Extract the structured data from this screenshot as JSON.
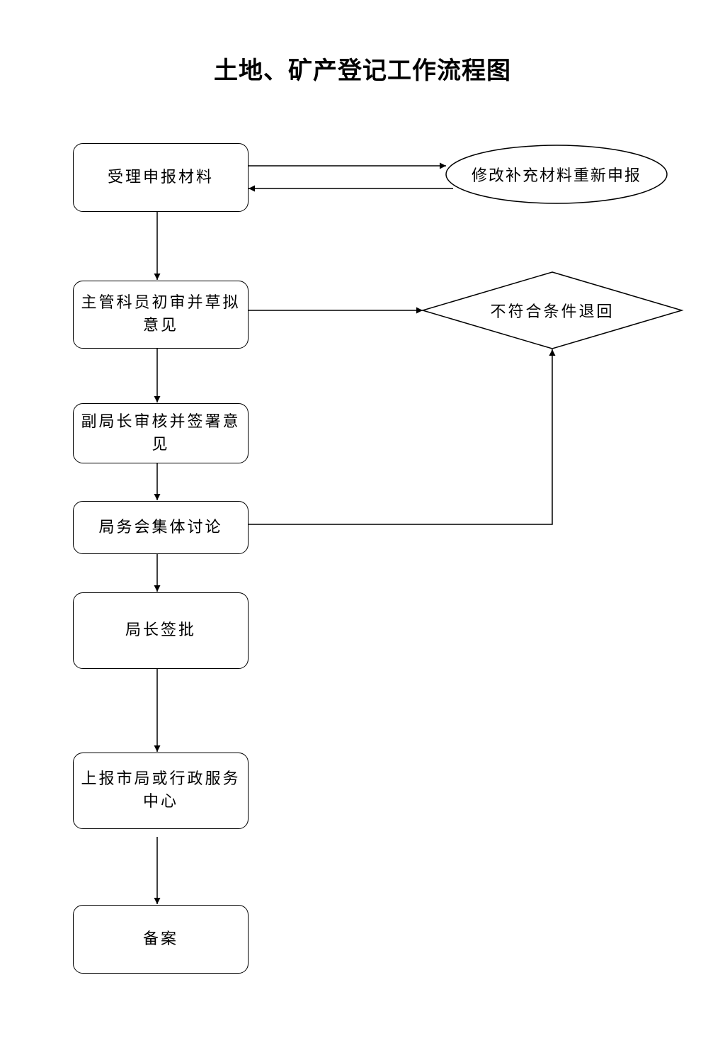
{
  "title": "土地、矿产登记工作流程图",
  "nodes": {
    "receive": "受理申报材料",
    "supplement": "修改补充材料重新申报",
    "preliminary_review": "主管科员初审并草拟意见",
    "reject": "不符合条件退回",
    "deputy_review": "副局长审核并签署意见",
    "meeting": "局务会集体讨论",
    "director_approval": "局长签批",
    "report": "上报市局或行政服务中心",
    "archive": "备案"
  }
}
